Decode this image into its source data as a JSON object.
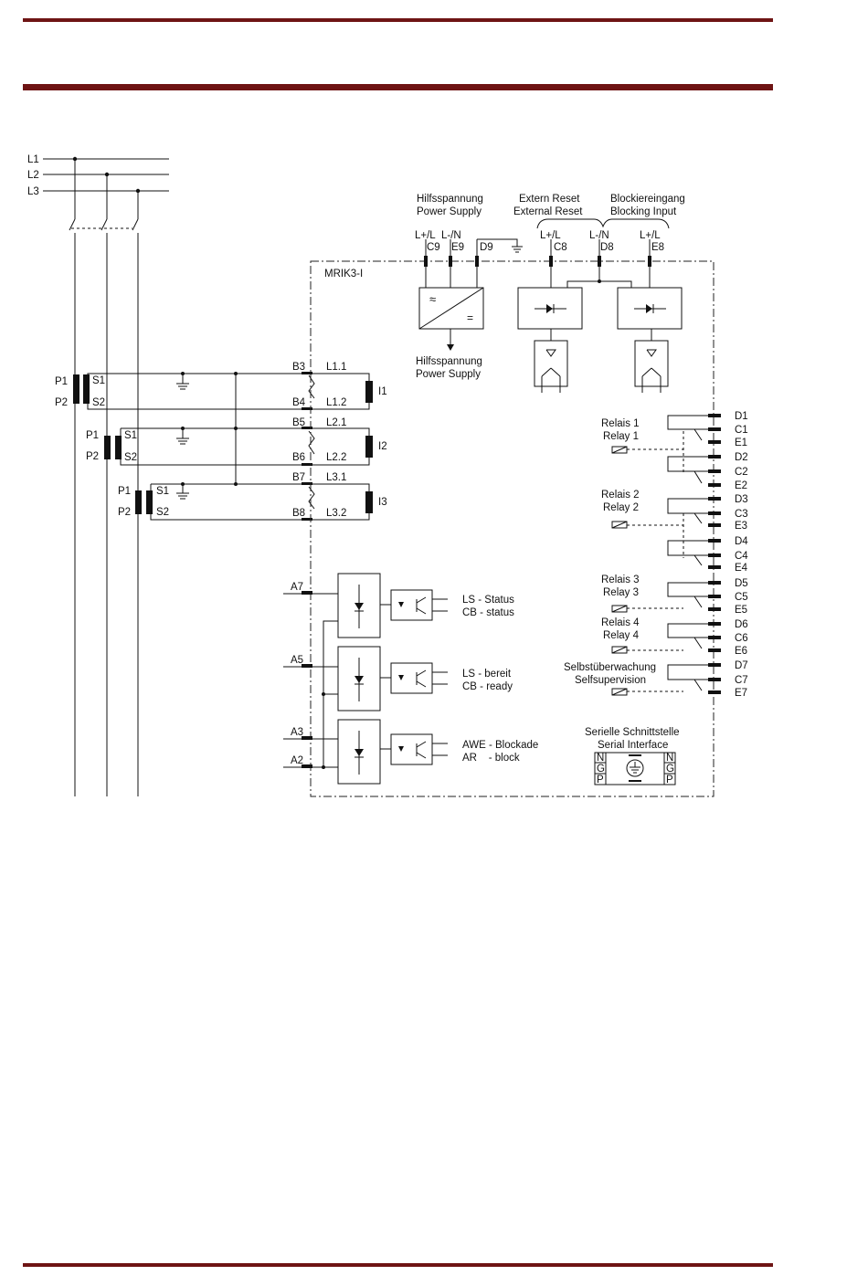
{
  "colors": {
    "rule": "#6e1414"
  },
  "lines": {
    "l1": "L1",
    "l2": "L2",
    "l3": "L3"
  },
  "device": {
    "name": "MRIK3-I"
  },
  "top": {
    "aux_de": "Hilfsspannung",
    "aux_en": "Power Supply",
    "reset_de": "Extern Reset",
    "reset_en": "External Reset",
    "block_de": "Blockiereingang",
    "block_en": "Blocking Input",
    "lp1": "L+/L",
    "ln1": "L-/N",
    "lp2": "L+/L",
    "ln2": "L-/N",
    "lp3": "L+/L",
    "c9": "C9",
    "e9": "E9",
    "d9": "D9",
    "c8": "C8",
    "d8": "D8",
    "e8": "E8",
    "out_de": "Hilfsspannung",
    "out_en": "Power Supply"
  },
  "ct": {
    "p1": "P1",
    "p2": "P2",
    "s1": "S1",
    "s2": "S2",
    "b3": "B3",
    "b4": "B4",
    "b5": "B5",
    "b6": "B6",
    "b7": "B7",
    "b8": "B8",
    "l11": "L1.1",
    "l12": "L1.2",
    "l21": "L2.1",
    "l22": "L2.2",
    "l31": "L3.1",
    "l32": "L3.2",
    "i1": "I1",
    "i2": "I2",
    "i3": "I3"
  },
  "inputs": {
    "a7": "A7",
    "a5": "A5",
    "a3": "A3",
    "a2": "A2",
    "status_de": "LS - Status",
    "status_en": "CB - status",
    "ready_de": "LS - bereit",
    "ready_en": "CB - ready",
    "block_de": "AWE - Blockade",
    "block_en": "AR    - block"
  },
  "relays": {
    "r1_de": "Relais 1",
    "r1_en": "Relay 1",
    "r2_de": "Relais 2",
    "r2_en": "Relay 2",
    "r3_de": "Relais 3",
    "r3_en": "Relay 3",
    "r4_de": "Relais 4",
    "r4_en": "Relay 4",
    "ss_de": "Selbstüberwachung",
    "ss_en": "Selfsupervision",
    "terms": [
      "D1",
      "C1",
      "E1",
      "D2",
      "C2",
      "E2",
      "D3",
      "C3",
      "E3",
      "D4",
      "C4",
      "E4",
      "D5",
      "C5",
      "E5",
      "D6",
      "C6",
      "E6",
      "D7",
      "C7",
      "E7"
    ]
  },
  "serial": {
    "de": "Serielle Schnittstelle",
    "en": "Serial Interface",
    "n": "N",
    "g": "G",
    "p": "P"
  }
}
